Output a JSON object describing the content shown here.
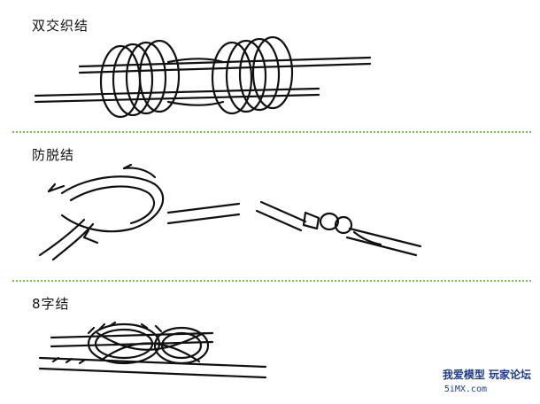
{
  "sections": [
    {
      "label": "双交织结"
    },
    {
      "label": "防脱结"
    },
    {
      "label": "8字结"
    }
  ],
  "watermark": {
    "main": "我爱模型 玩家论坛",
    "sub": "5iMX.com"
  },
  "colors": {
    "divider": "#6fbf5a",
    "watermark": "#1e3c8c",
    "ink": "#111111"
  }
}
